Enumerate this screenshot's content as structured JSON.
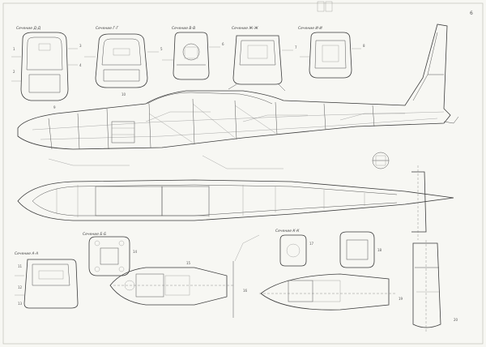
{
  "sheet": {
    "corner_mark": "6",
    "sections": [
      {
        "id": "sec-d-d",
        "label": "Сечение Д-Д"
      },
      {
        "id": "sec-g-g",
        "label": "Сечение Г-Г"
      },
      {
        "id": "sec-v-v",
        "label": "Сечение В-В"
      },
      {
        "id": "sec-zh-zh",
        "label": "Сечение Ж-Ж"
      },
      {
        "id": "sec-i-i",
        "label": "Сечение И-И"
      },
      {
        "id": "sec-a-a",
        "label": "Сечение А-А"
      },
      {
        "id": "sec-b-b",
        "label": "Сечение Б-Б"
      },
      {
        "id": "sec-k-k",
        "label": "Сечение К-К"
      }
    ],
    "callouts": [
      "1",
      "2",
      "3",
      "4",
      "5",
      "6",
      "7",
      "8",
      "9",
      "10",
      "11",
      "12",
      "13",
      "14",
      "15",
      "16",
      "17",
      "18",
      "19",
      "20"
    ]
  },
  "drawing_style": {
    "paper": "#f7f7f3",
    "ink": "#3c3c3c"
  }
}
